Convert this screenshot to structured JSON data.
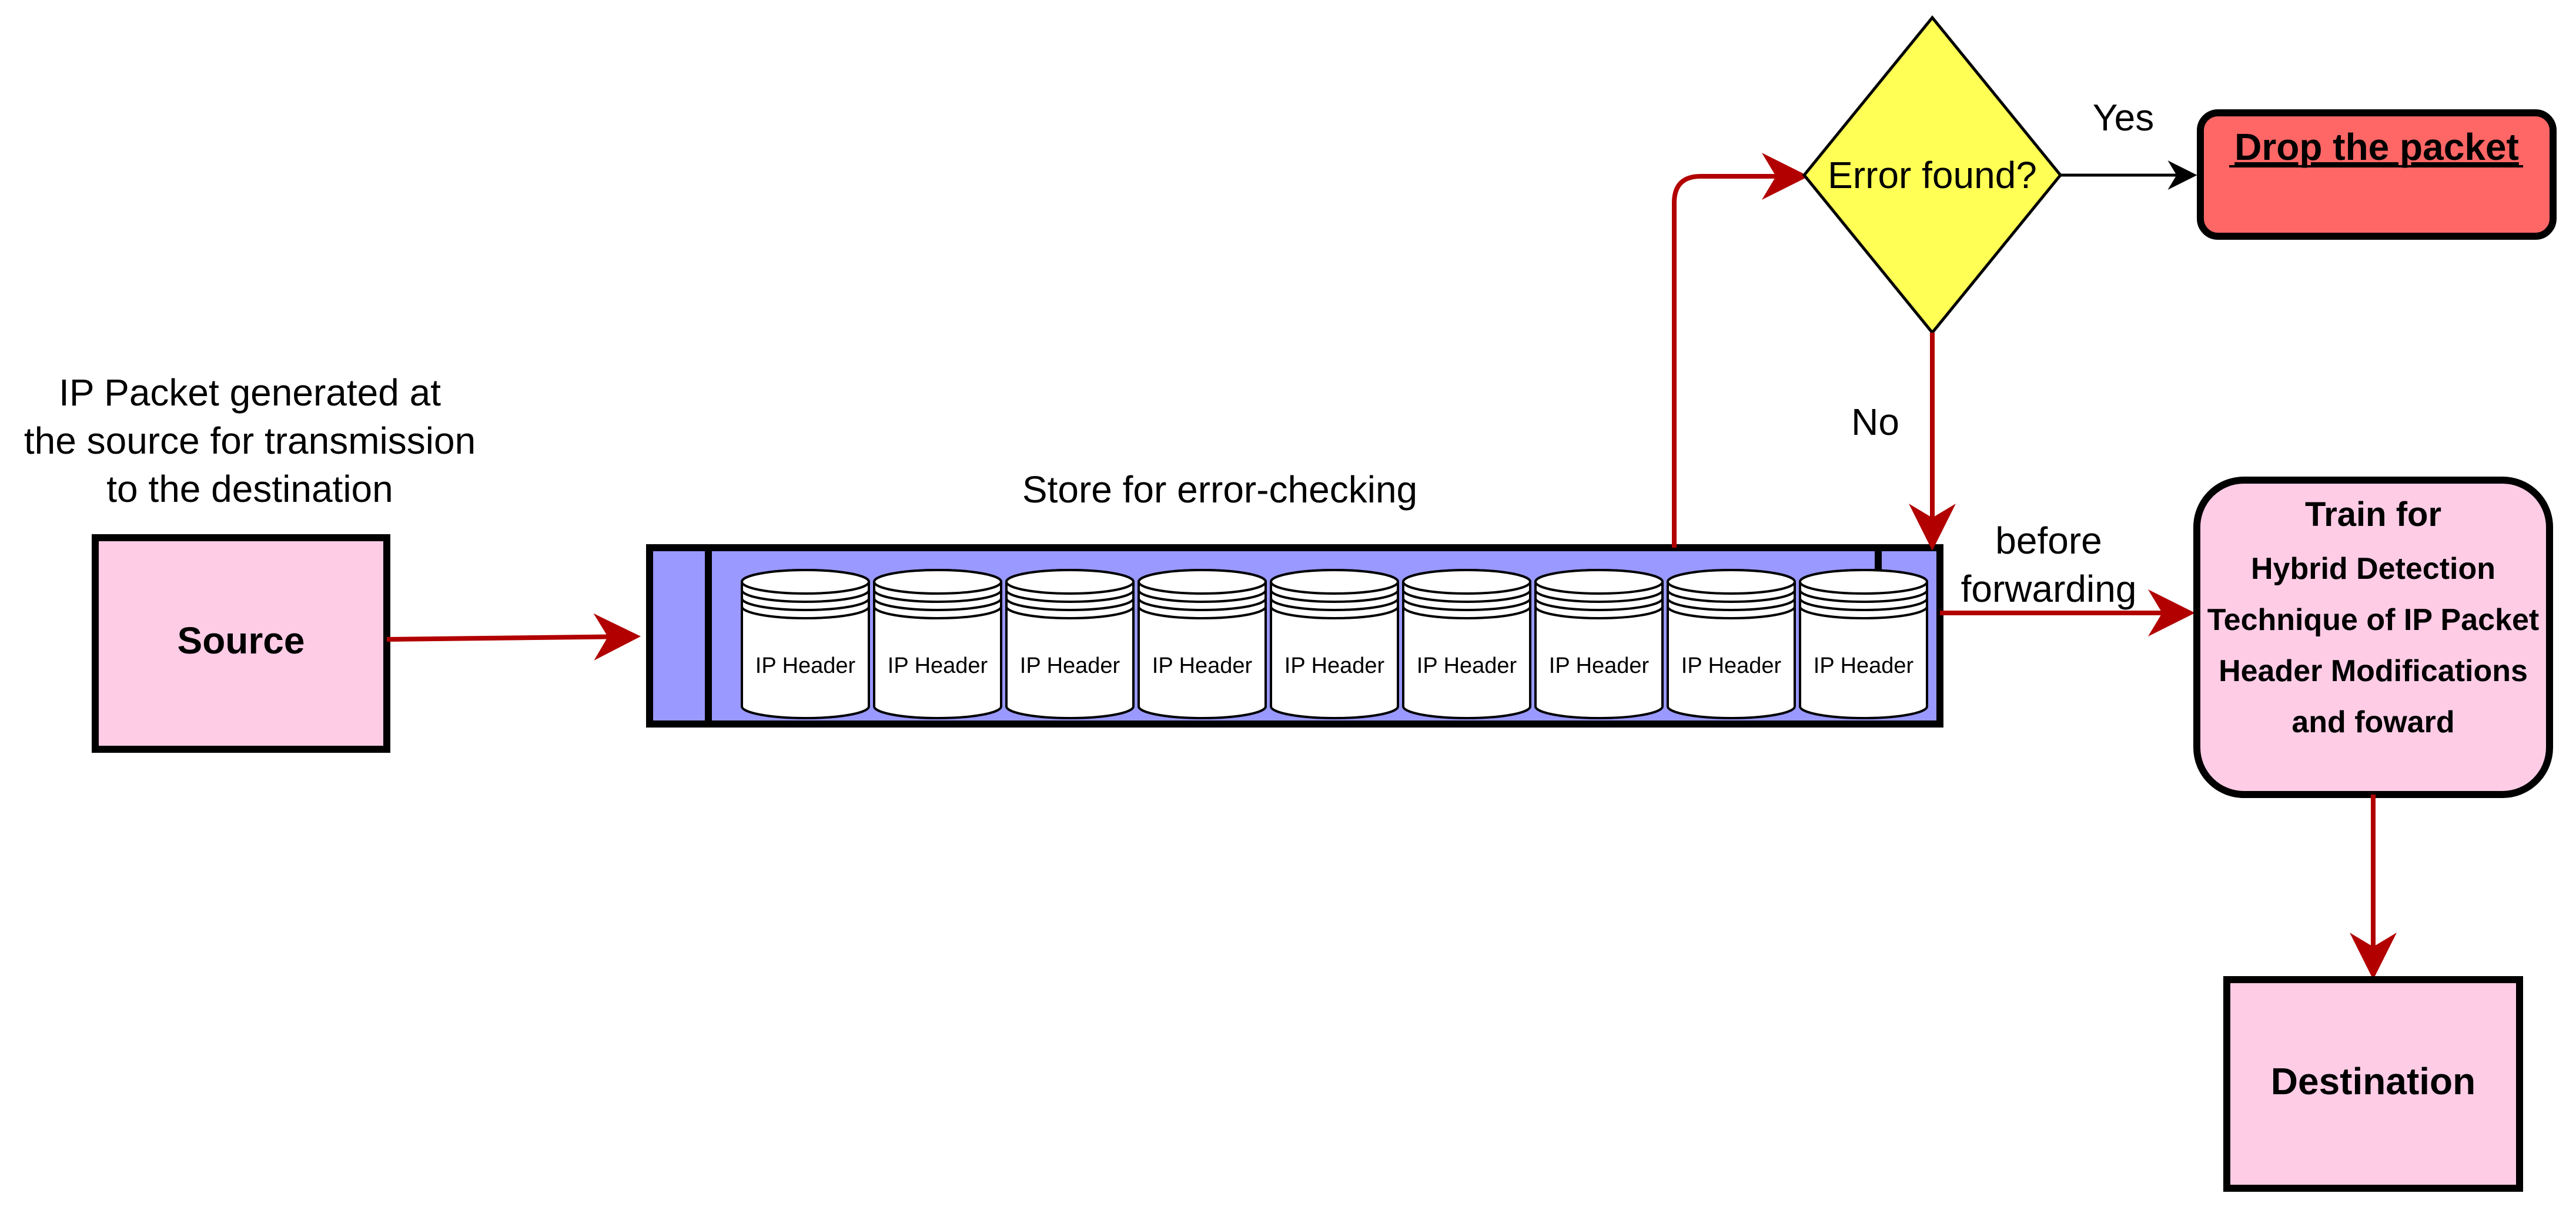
{
  "source_caption": [
    "IP Packet generated at",
    "the source for transmission",
    "to the destination"
  ],
  "source_label": "Source",
  "store_label": "Store for error-checking",
  "cylinder_labels": [
    "IP Header",
    "IP Header",
    "IP Header",
    "IP Header",
    "IP Header",
    "IP Header",
    "IP Header",
    "IP Header",
    "IP Header"
  ],
  "decision_label": "Error found?",
  "yes_label": "Yes",
  "no_label": "No",
  "drop_label": "Drop the packet",
  "before_forwarding": [
    "before",
    "forwarding"
  ],
  "train_lines": [
    "Train for",
    "Hybrid Detection",
    "Technique of IP Packet",
    "Header Modifications",
    "and foward"
  ],
  "destination_label": "Destination",
  "colors": {
    "pink": "#FFCCE6",
    "queue": "#9999FF",
    "diamond": "#FFFF55",
    "drop": "#FF6666",
    "arrow_red": "#B20000",
    "arrow_black": "#000000"
  }
}
